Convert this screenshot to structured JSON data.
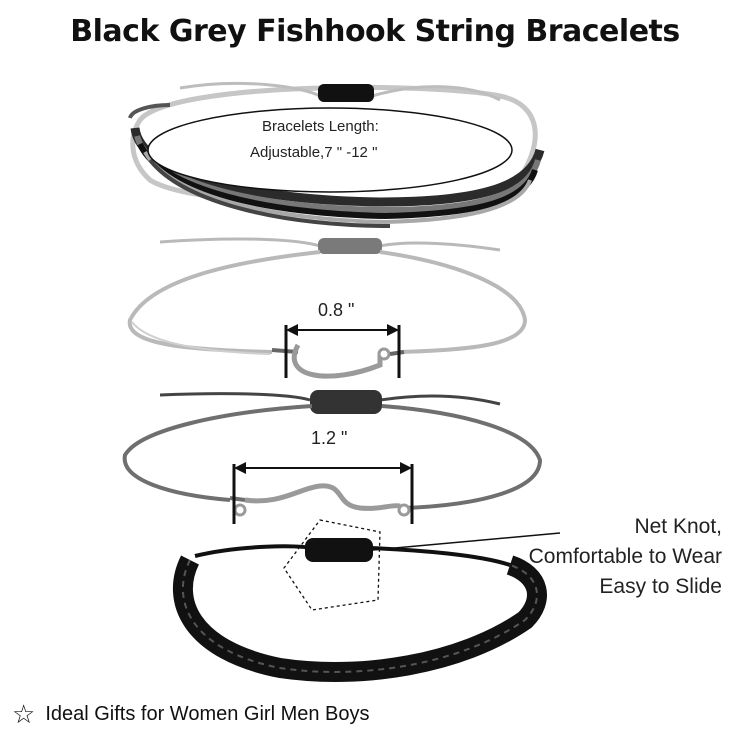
{
  "title": "Black Grey Fishhook String Bracelets",
  "length_label": {
    "line1": "Bracelets Length:",
    "line2": "Adjustable,7 \" -12 \""
  },
  "hook_width": "0.8 \"",
  "wave_width": "1.2 \"",
  "knot_note": [
    "Net Knot,",
    "Comfortable to Wear",
    "Easy to Slide"
  ],
  "footer": {
    "icon": "star-outline-icon",
    "text": "Ideal Gifts for Women Girl Men Boys"
  },
  "colors": {
    "light_cord": "#b9b9b9",
    "grey_cord": "#6f6f6f",
    "dark_cord": "#2b2b2b",
    "black": "#111111",
    "silver": "#9a9a9a"
  }
}
